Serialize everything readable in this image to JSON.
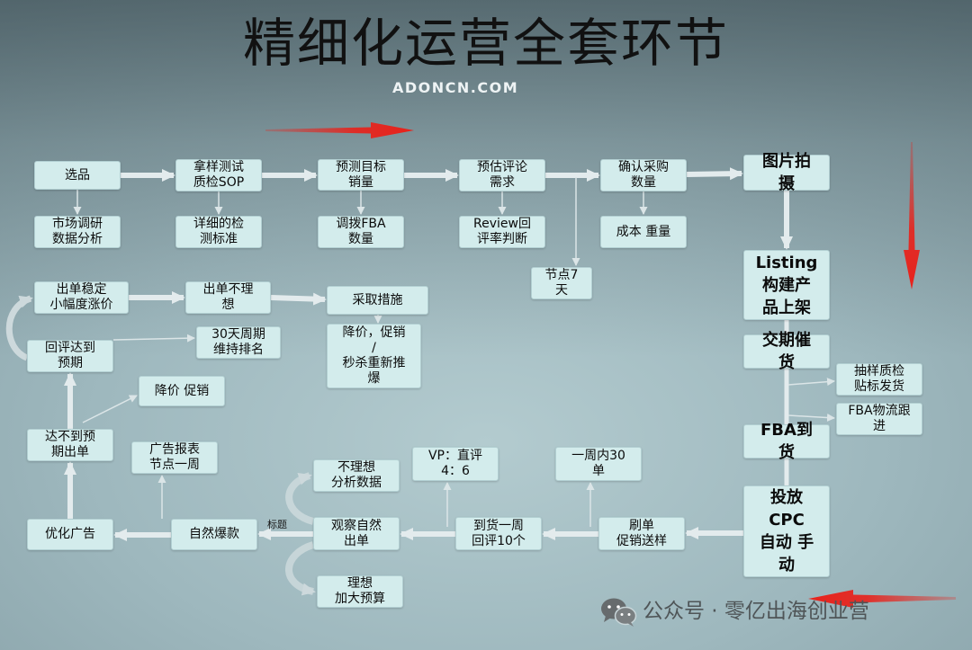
{
  "title": "精细化运营全套环节",
  "subtitle": "ADONCN.COM",
  "nodes": {
    "select": "选品",
    "sample_test": "拿样测试\n质检SOP",
    "forecast_sales": "预测目标\n销量",
    "estimate_reviews": "预估评论\n需求",
    "confirm_purchase": "确认采购\n数量",
    "photo": "图片拍\n摄",
    "market_research": "市场调研\n数据分析",
    "inspection_standard": "详细的检\n测标准",
    "fba_allocation": "调拨FBA\n数量",
    "review_rate": "Review回\n评率判断",
    "cost_weight": "成本 重量",
    "node_7days": "节点7\n天",
    "listing": "Listing\n构建产\n品上架",
    "delivery_urge": "交期催\n货",
    "sampling_qc": "抽样质检\n贴标发货",
    "fba_logistics": "FBA物流跟\n进",
    "fba_arrival": "FBA到\n货",
    "cpc": "投放\nCPC\n自动 手\n动",
    "stable_orders": "出单稳定\n小幅度涨价",
    "poor_orders": "出单不理\n想",
    "take_measures": "采取措施",
    "price_cut_flash": "降价，促销\n/\n秒杀重新推\n爆",
    "cycle_30": "30天周期\n维持排名",
    "review_expected": "回评达到\n预期",
    "price_cut": "降价 促销",
    "below_expected": "达不到预\n期出单",
    "ad_report": "广告报表\n节点一周",
    "not_ideal": "不理想\n分析数据",
    "vp_ratio": "VP：直评\n4：6",
    "week_30": "一周内30\n单",
    "optimize_ads": "优化广告",
    "natural_hit": "自然爆款",
    "observe_orders": "观察自然\n出单",
    "arrival_week": "到货一周\n回评10个",
    "brush_orders": "刷单\n促销送样",
    "ideal": "理想\n加大预算"
  },
  "edge_label": "标题",
  "watermark": {
    "icon": "wechat-icon",
    "text": "公众号 · 零亿出海创业营"
  },
  "colors": {
    "node_fill": "#d3ecec",
    "flow_arrow": "#e3ebed",
    "highlight_arrow": "#e8221b",
    "title_text": "#111111"
  }
}
